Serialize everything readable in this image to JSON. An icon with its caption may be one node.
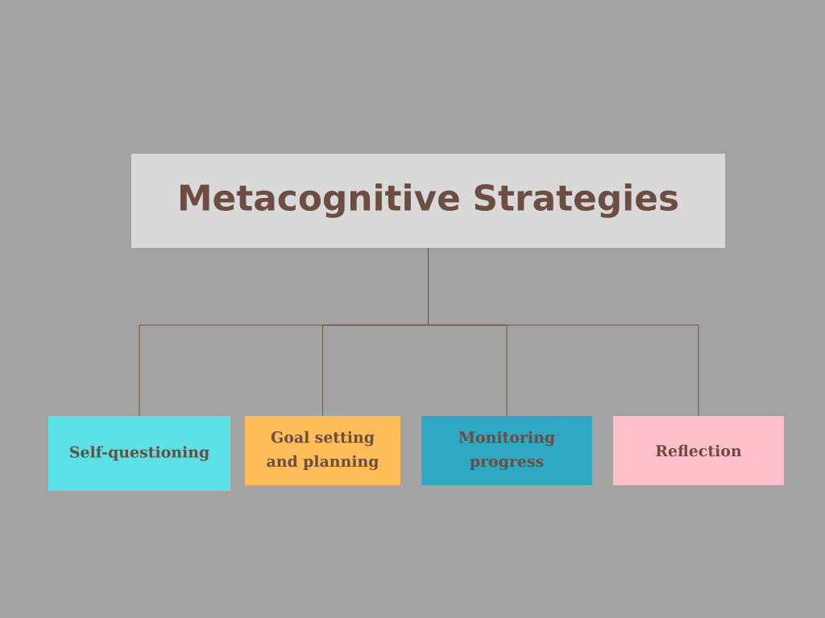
{
  "diagram": {
    "nodes": [
      {
        "text": [
          "Metacognitive Strategies"
        ]
      },
      {
        "text": [
          "Self-questioning"
        ]
      },
      {
        "text": [
          "Goal setting and planning"
        ]
      },
      {
        "text": [
          "Monitoring progress"
        ]
      },
      {
        "text": [
          "Reflection"
        ]
      }
    ],
    "edges": [
      {
        "from": 0,
        "to": 1,
        "arrow": "none"
      },
      {
        "from": 0,
        "to": 2,
        "arrow": "none"
      },
      {
        "from": 0,
        "to": 3,
        "arrow": "none"
      },
      {
        "from": 0,
        "to": 4,
        "arrow": "none"
      }
    ]
  }
}
